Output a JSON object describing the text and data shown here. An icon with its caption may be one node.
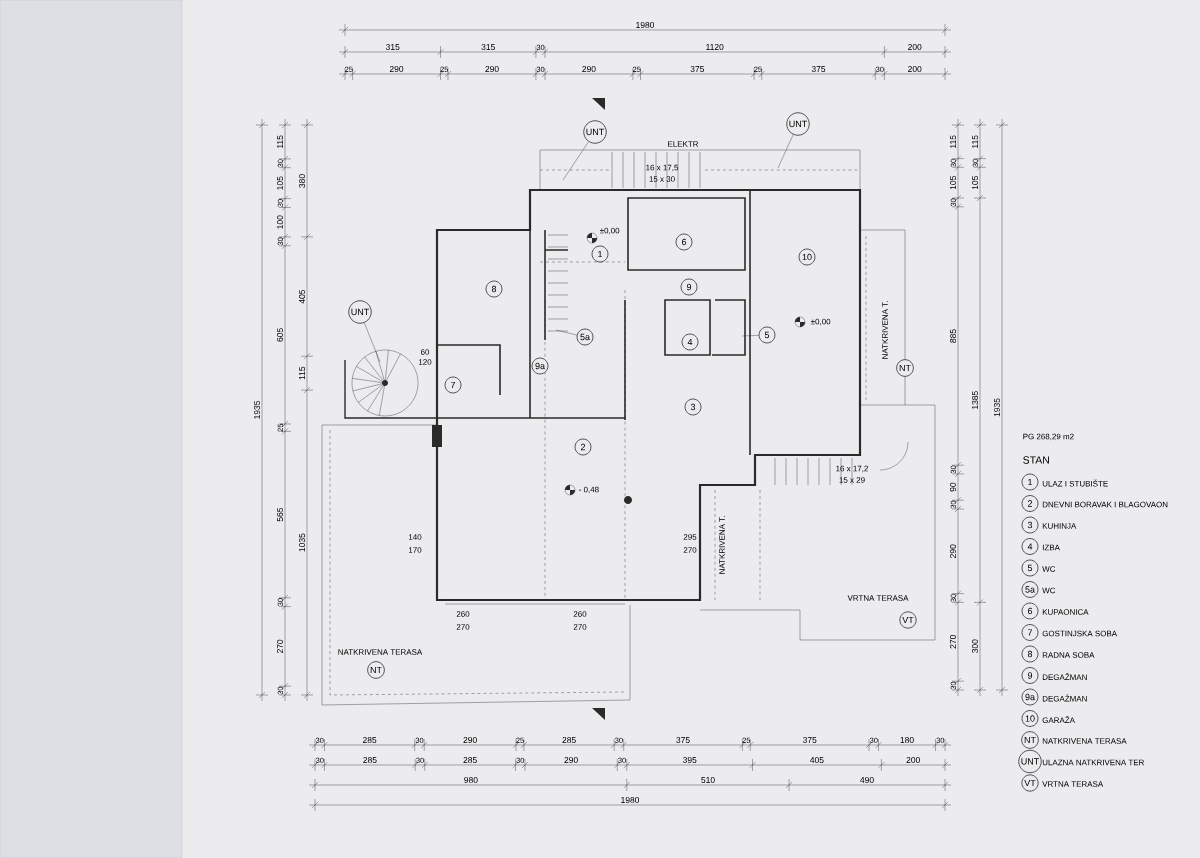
{
  "diagram": {
    "nodes": [
      {
        "text": [
          "UNT"
        ]
      },
      {
        "text": [
          "UNT"
        ]
      },
      {
        "text": [
          "1"
        ]
      },
      {
        "text": [
          "6"
        ]
      },
      {
        "text": [
          "10"
        ]
      },
      {
        "text": [
          "8"
        ]
      },
      {
        "text": [
          "9"
        ]
      },
      {
        "text": [
          "UNT"
        ]
      },
      {
        "text": [
          "4"
        ]
      },
      {
        "text": [
          "5a"
        ]
      },
      {
        "text": [
          "5"
        ]
      },
      {
        "text": [
          "NT"
        ]
      },
      {
        "text": [
          "9a"
        ]
      },
      {
        "text": [
          "7"
        ]
      },
      {
        "text": [
          "3"
        ]
      },
      {
        "text": [
          "2"
        ]
      },
      {
        "text": [
          "VT"
        ]
      },
      {
        "text": [
          "NT"
        ]
      },
      {
        "text": [
          "1"
        ],
        "beside": [
          "ULAZ I STUBIŠTE"
        ]
      },
      {
        "text": [
          "2"
        ],
        "beside": [
          "DNEVNI BORAVAK I BLAGOVAON"
        ]
      },
      {
        "text": [
          "3"
        ],
        "beside": [
          "KUHINJA"
        ]
      },
      {
        "text": [
          "4"
        ],
        "beside": [
          "IZBA"
        ]
      },
      {
        "text": [
          "5"
        ],
        "beside": [
          "WC"
        ]
      },
      {
        "text": [
          "5a"
        ],
        "beside": [
          "WC"
        ]
      },
      {
        "text": [
          "6"
        ],
        "beside": [
          "KUPAONICA"
        ]
      },
      {
        "text": [
          "7"
        ],
        "beside": [
          "GOSTINJSKA SOBA"
        ]
      },
      {
        "text": [
          "8"
        ],
        "beside": [
          "RADNA SOBA"
        ]
      },
      {
        "text": [
          "9"
        ],
        "beside": [
          "DEGAŽMAN"
        ]
      },
      {
        "text": [
          "9a"
        ],
        "beside": [
          "DEGAŽMAN"
        ]
      },
      {
        "text": [
          "10"
        ],
        "beside": [
          "GARAŽA"
        ]
      },
      {
        "text": [
          "NT"
        ],
        "beside": [
          "NATKRIVENA TERASA"
        ]
      },
      {
        "text": [
          "UNT"
        ],
        "beside": [
          "ULAZNA NATKRIVENA TER"
        ]
      },
      {
        "text": [
          "VT"
        ],
        "beside": [
          "VRTNA TERASA"
        ]
      }
    ],
    "edges": [
      {
        "from": 0,
        "to": null,
        "arrow": "none"
      },
      {
        "from": 1,
        "to": null,
        "arrow": "none"
      },
      {
        "from": 7,
        "to": null,
        "arrow": "none"
      },
      {
        "from": 9,
        "to": null,
        "arrow": "none"
      },
      {
        "from": 10,
        "to": null,
        "arrow": "none"
      }
    ],
    "labels": [
      "1980",
      "315",
      "315",
      "30",
      "1120",
      "200",
      "25",
      "290",
      "25",
      "290",
      "30",
      "290",
      "25",
      "375",
      "25",
      "375",
      "30",
      "200",
      "1935",
      "115",
      "30",
      "105",
      "30",
      "100",
      "30",
      "605",
      "25",
      "565",
      "30",
      "270",
      "30",
      "380",
      "405",
      "115",
      "1035",
      "±0,00",
      "±0,00",
      "- 0,48",
      "16 x 17,5",
      "15 x 30",
      "16 x 17,2",
      "15 x 29",
      "ELEKTR",
      "60",
      "120",
      "140",
      "170",
      "260",
      "270",
      "260",
      "270",
      "295",
      "270",
      "NATKRIVENA TERASA",
      "NATKRIVENA T.",
      "NATKRIVENA T.",
      "VRTNA TERASA",
      "115",
      "30",
      "105",
      "30",
      "885",
      "30",
      "90",
      "30",
      "290",
      "30",
      "270",
      "30",
      "115",
      "30",
      "105",
      "1385",
      "300",
      "1935",
      "PG 268,29 m2",
      "STAN",
      "30",
      "285",
      "30",
      "290",
      "25",
      "285",
      "30",
      "375",
      "25",
      "375",
      "30",
      "180",
      "30",
      "30",
      "285",
      "30",
      "285",
      "30",
      "290",
      "30",
      "395",
      "405",
      "200",
      "980",
      "510",
      "490",
      "1980"
    ]
  }
}
